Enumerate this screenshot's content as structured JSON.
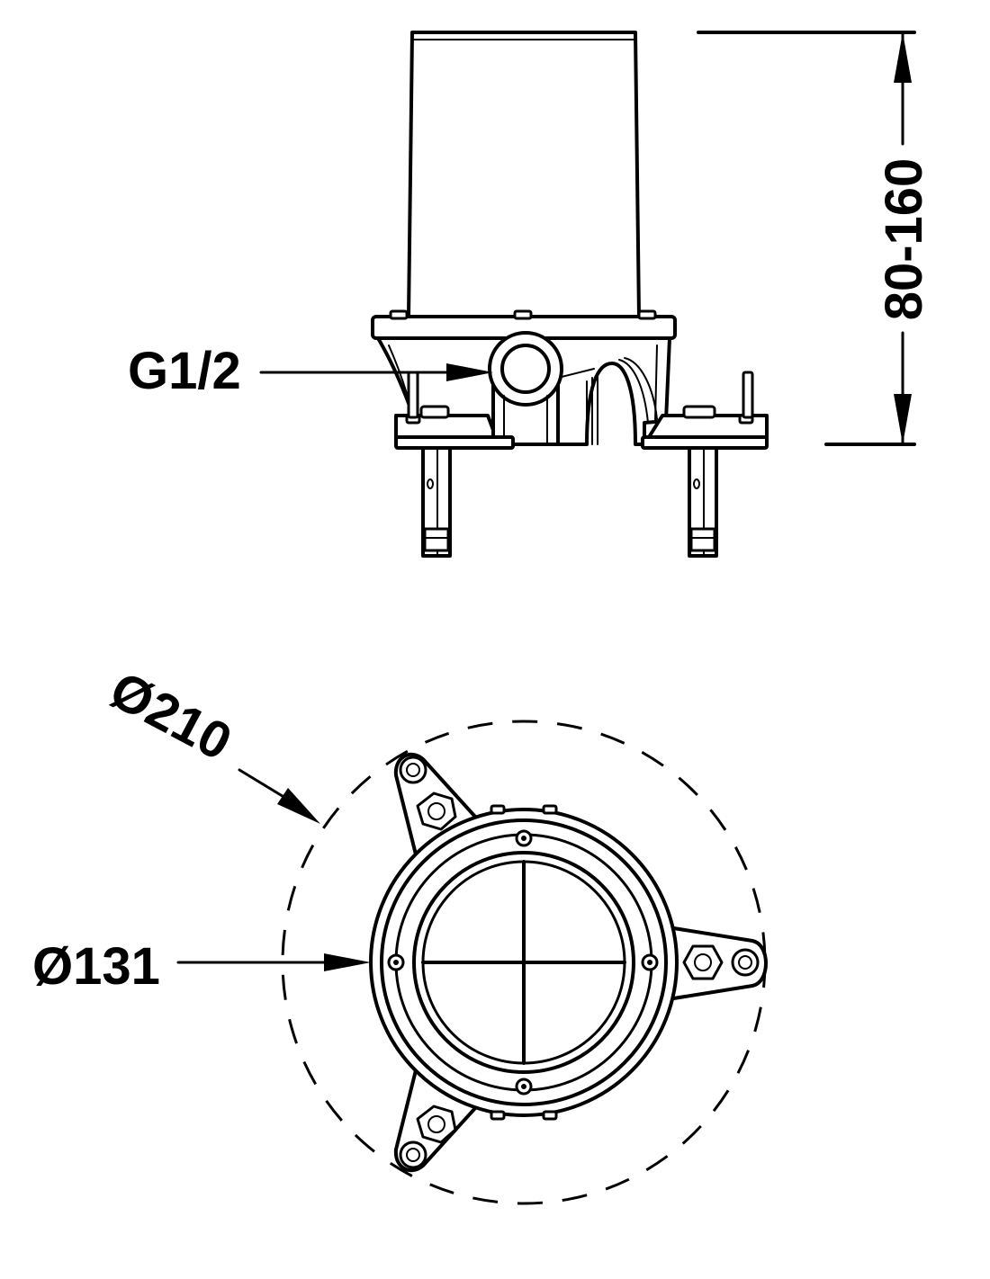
{
  "dimensions": {
    "height_range": "80-160",
    "thread_size": "G1/2",
    "outer_diameter": "Ø210",
    "body_diameter": "Ø131"
  }
}
